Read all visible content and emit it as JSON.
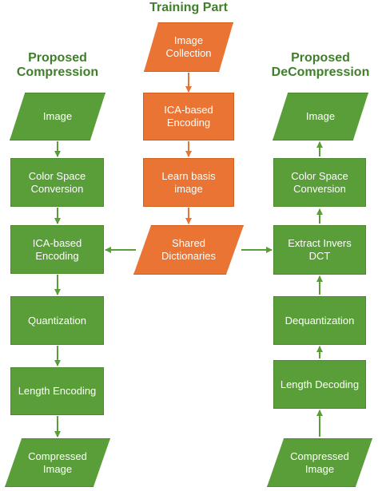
{
  "headings": {
    "training": "Training Part",
    "compression": [
      "Proposed",
      "Compression"
    ],
    "decompression": [
      "Proposed",
      "DeCompression"
    ]
  },
  "training": {
    "image_collection": "Image Collection",
    "ica_encoding": "ICA-based Encoding",
    "learn_basis": "Learn basis image",
    "shared_dictionaries": "Shared Dictionaries"
  },
  "compression": {
    "image": "Image",
    "color_space": "Color Space Conversion",
    "ica_encoding": "ICA-based Encoding",
    "quantization": "Quantization",
    "length_encoding": "Length Encoding",
    "compressed_image": "Compressed Image"
  },
  "decompression": {
    "image": "Image",
    "color_space": "Color Space Conversion",
    "extract_dct": "Extract Invers DCT",
    "dequantization": "Dequantization",
    "length_decoding": "Length Decoding",
    "compressed_image": "Compressed Image"
  },
  "colors": {
    "green": "#5a9e3a",
    "orange": "#ea7433",
    "heading": "#3f7f2a"
  }
}
